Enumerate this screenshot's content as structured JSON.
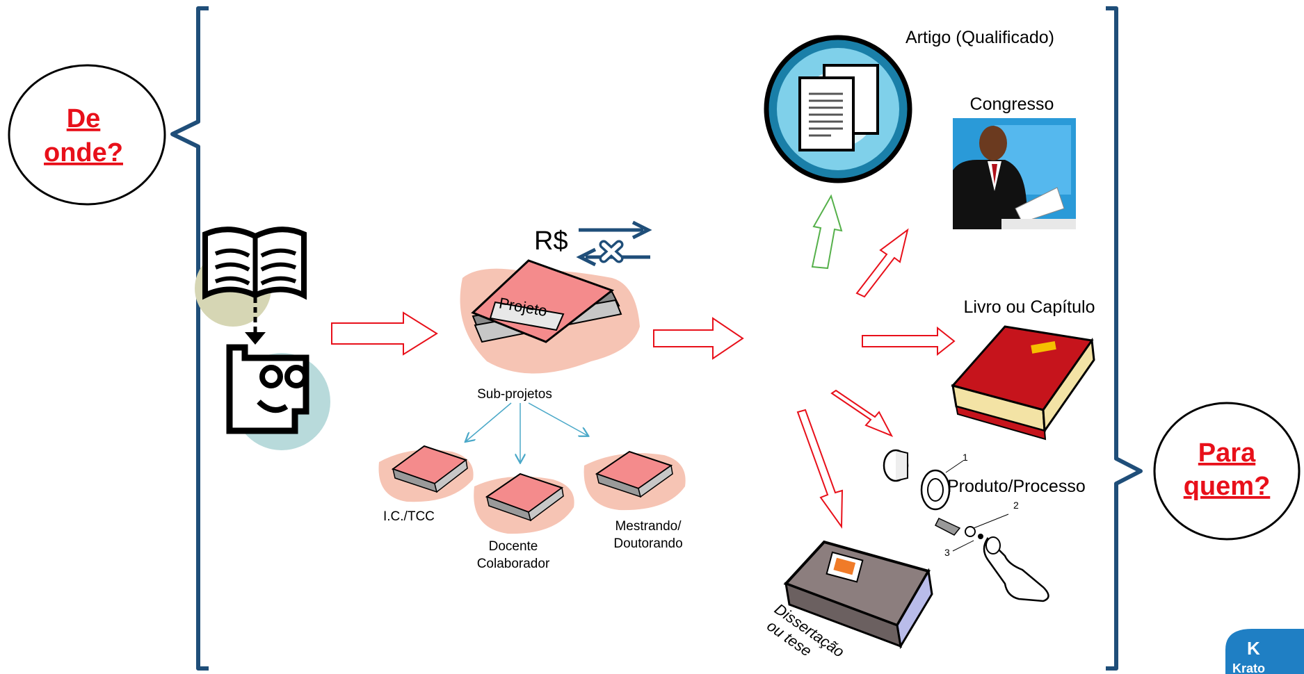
{
  "left_bubble": {
    "line1": "De",
    "line2": "onde?"
  },
  "right_bubble": {
    "line1": "Para",
    "line2": "quem?"
  },
  "currency": "R$",
  "project_label": "Projeto",
  "subprojects_label": "Sub-projetos",
  "sub_items": {
    "ic": "I.C./TCC",
    "docente_line1": "Docente",
    "docente_line2": "Colaborador",
    "mestrando_line1": "Mestrando/",
    "mestrando_line2": "Doutorando"
  },
  "outputs": {
    "artigo": "Artigo (Qualificado)",
    "congresso": "Congresso",
    "livro": "Livro ou Capítulo",
    "produto": "Produto/Processo",
    "dissertacao_line1": "Dissertação",
    "dissertacao_line2": "ou tese"
  },
  "parts_numbers": [
    "1",
    "2",
    "3"
  ],
  "logo_text": "Krato",
  "colors": {
    "bracket": "#1f4e79",
    "link_red": "#e8101a",
    "arrow_red": "#e8101a",
    "arrow_green": "#55b04a",
    "sub_arrow": "#4aa8c8"
  }
}
